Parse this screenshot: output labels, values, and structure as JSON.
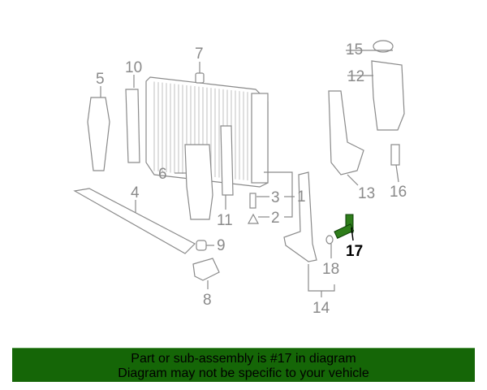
{
  "diagram": {
    "highlight_color": "#2e7d1a",
    "labels": {
      "p1": "1",
      "p2": "2",
      "p3": "3",
      "p4": "4",
      "p5": "5",
      "p6": "6",
      "p7": "7",
      "p8": "8",
      "p9": "9",
      "p10": "10",
      "p11": "11",
      "p12": "12",
      "p13": "13",
      "p14": "14",
      "p15": "15",
      "p16": "16",
      "p17": "17",
      "p18": "18"
    }
  },
  "banner": {
    "line1": "Part or sub-assembly is #17 in diagram",
    "line2": "Diagram may not be specific to your vehicle",
    "color": "#156607"
  }
}
